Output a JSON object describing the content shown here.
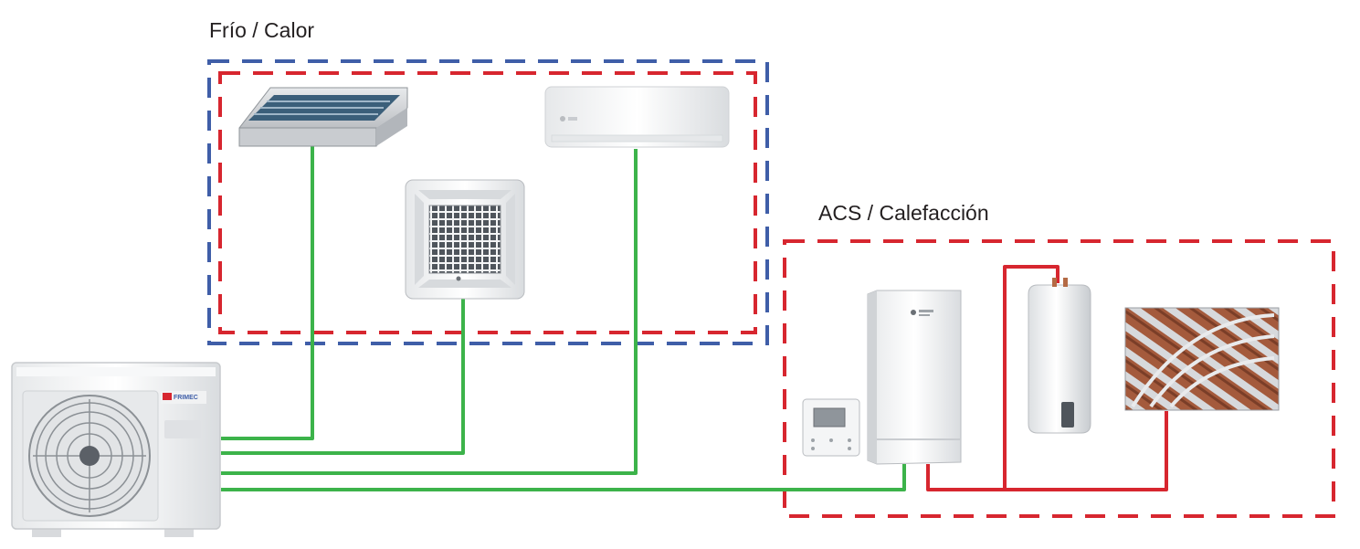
{
  "zones": {
    "cooling_heating": {
      "label": "Frío / Calor"
    },
    "dhw_heating": {
      "label": "ACS / Calefacción"
    }
  },
  "colors": {
    "dash_blue": "#3f5ea8",
    "dash_red": "#d7262f",
    "refrigerant_line": "#3cb34a",
    "water_line": "#d7262f",
    "unit_white": "#f2f3f4",
    "unit_grey": "#b9bcc0",
    "copper": "#b46a45"
  },
  "equipment": {
    "outdoor_unit": {
      "brand_text": "FRIMEC",
      "icon": "outdoor-condenser-icon"
    },
    "ducted_unit": {
      "icon": "ducted-indoor-unit-icon"
    },
    "cassette_unit": {
      "icon": "cassette-indoor-unit-icon"
    },
    "wall_split": {
      "icon": "wall-split-unit-icon"
    },
    "hydrokit": {
      "icon": "hydro-module-icon"
    },
    "controller": {
      "icon": "wired-controller-icon"
    },
    "tank": {
      "icon": "hot-water-tank-icon"
    },
    "underfloor": {
      "icon": "underfloor-heating-icon"
    }
  }
}
